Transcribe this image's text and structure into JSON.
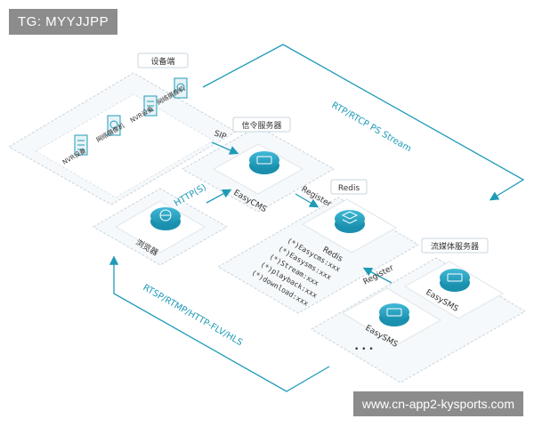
{
  "watermark_top": "TG: MYYJJPP",
  "watermark_bottom": "www.cn-app2-kysports.com",
  "colors": {
    "accent": "#1f9bb8",
    "panel_border": "#c8d4dc",
    "panel_fill": "#f6f9fb",
    "tag_bg": "#8c8c8c"
  },
  "groups": {
    "devices": "设备端",
    "signal": "信令服务器",
    "redis": "Redis",
    "media": "流媒体服务器"
  },
  "devices": {
    "camera1": "网络摄像机",
    "nvr1": "NVR设备",
    "camera2": "网络摄像机",
    "nvr2": "NVR设备"
  },
  "nodes": {
    "cms": "EasyCMS",
    "browser": "浏览器",
    "redis": "Redis",
    "sms1": "EasySMS",
    "sms2": "EasySMS",
    "more": "• • •"
  },
  "redis_keys": [
    "(*)Easycms:xxx",
    "(*)Easysms:xxx",
    "(*)Stream:xxx",
    "(*)playback:xxx",
    "(*)download:xxx"
  ],
  "flows": {
    "rtp": "RTP/RTCP PS Stream",
    "sip": "SIP",
    "http": "HTTP(S)",
    "register1": "Register",
    "register2": "Register",
    "rtsp": "RTSP/RTMP/HTTP-FLV/HLS"
  }
}
